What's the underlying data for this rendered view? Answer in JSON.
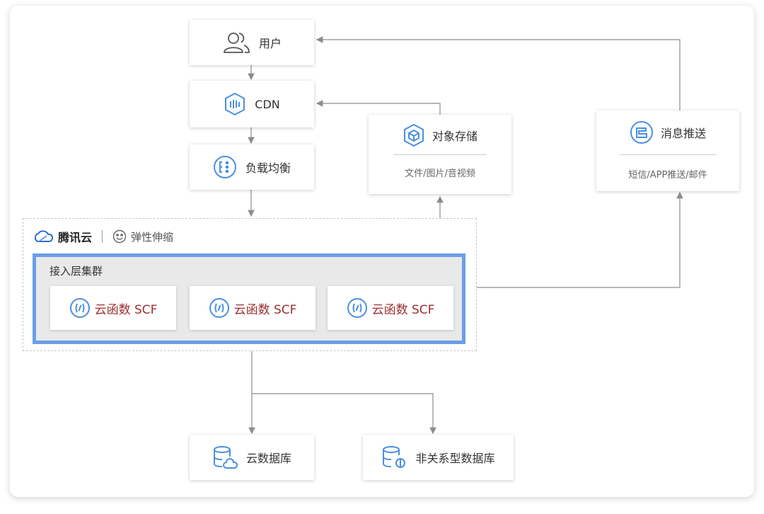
{
  "nodes": {
    "user": "用户",
    "cdn": "CDN",
    "lb": "负载均衡",
    "cos_title": "对象存储",
    "cos_sub": "文件/图片/音视频",
    "msg_title": "消息推送",
    "msg_sub": "短信/APP推送/邮件",
    "clouddb": "云数据库",
    "nosql": "非关系型数据库"
  },
  "cluster": {
    "brand": "腾讯云",
    "feature": "弹性伸缩",
    "title": "接入层集群",
    "scf": [
      "云函数 SCF",
      "云函数 SCF",
      "云函数 SCF"
    ]
  },
  "colors": {
    "accent": "#4a90e2",
    "scf_text": "#9b2f2f",
    "cluster_border": "#6b9ee8",
    "line": "#8c8c8c"
  },
  "icons": [
    "user-icon",
    "cdn-icon",
    "load-balancer-icon",
    "object-storage-icon",
    "message-push-icon",
    "tencent-cloud-logo",
    "auto-scaling-icon",
    "scf-icon",
    "cloud-database-icon",
    "nosql-database-icon"
  ]
}
